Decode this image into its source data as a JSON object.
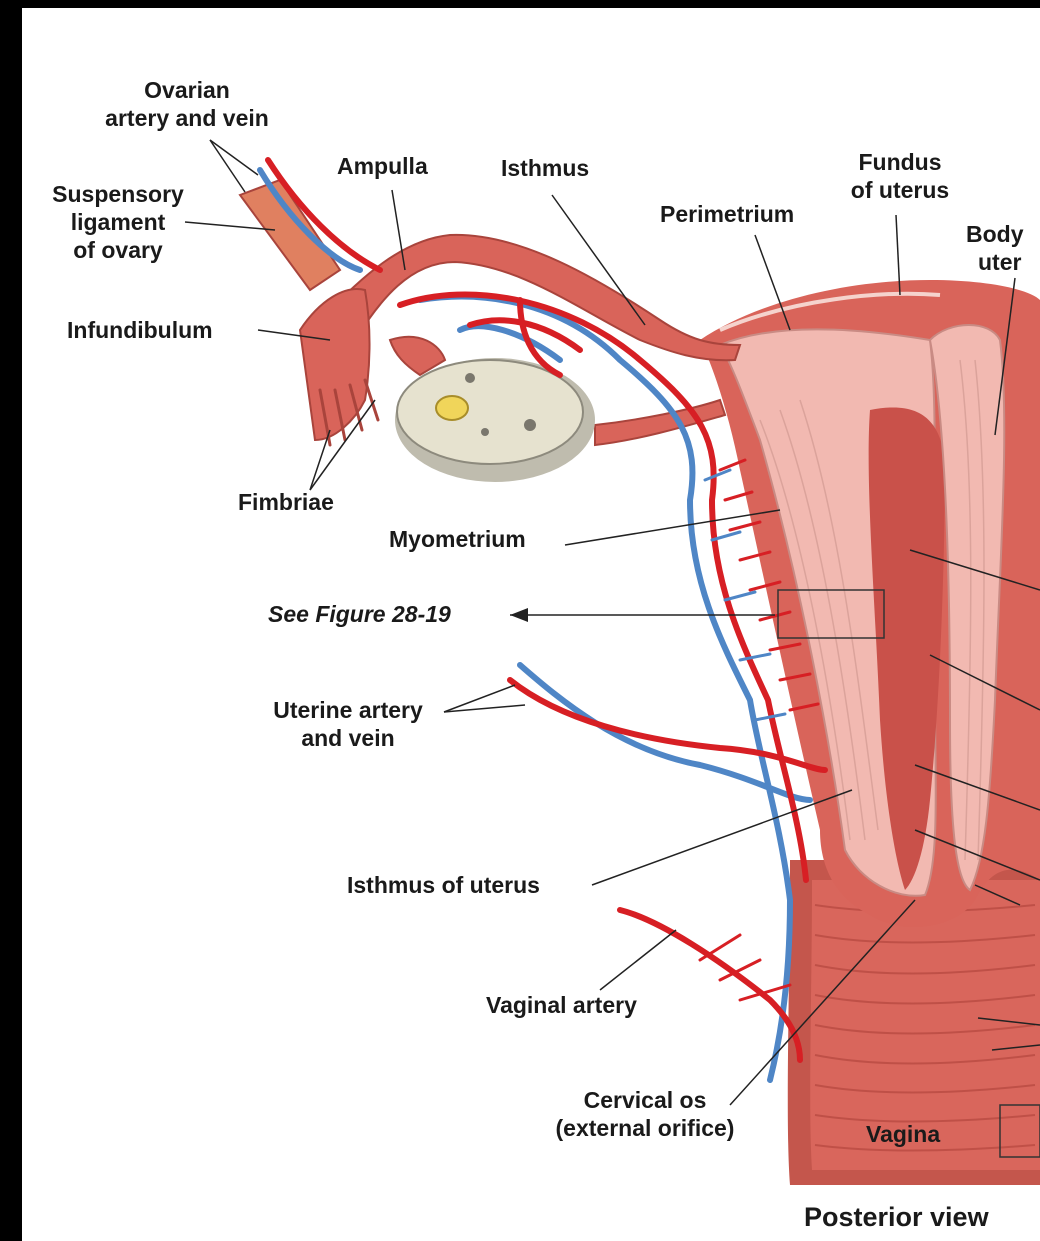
{
  "labels": {
    "ovarian_artery_vein": [
      "Ovarian",
      "artery and vein"
    ],
    "suspensory_ligament": [
      "Suspensory",
      "ligament",
      "of ovary"
    ],
    "ampulla": "Ampulla",
    "isthmus": "Isthmus",
    "fundus": [
      "Fundus",
      "of uterus"
    ],
    "perimetrium": "Perimetrium",
    "body_uterus": [
      "Body",
      "uter"
    ],
    "infundibulum": "Infundibulum",
    "fimbriae": "Fimbriae",
    "myometrium": "Myometrium",
    "see_figure": "See Figure 28-19",
    "uterine_artery_vein": [
      "Uterine artery",
      "and vein"
    ],
    "isthmus_of_uterus": "Isthmus of uterus",
    "vaginal_artery": "Vaginal artery",
    "cervical_os": [
      "Cervical os",
      "(external orifice)"
    ],
    "vagina": "Vagina",
    "posterior_view": "Posterior view"
  },
  "colors": {
    "muscle": "#d9645a",
    "muscle_dark": "#b8463d",
    "myometrium": "#f2b9b1",
    "artery": "#d71f24",
    "vein": "#4f86c6",
    "ovary": "#e6e2cf",
    "background": "#ffffff",
    "frame": "#000000"
  }
}
